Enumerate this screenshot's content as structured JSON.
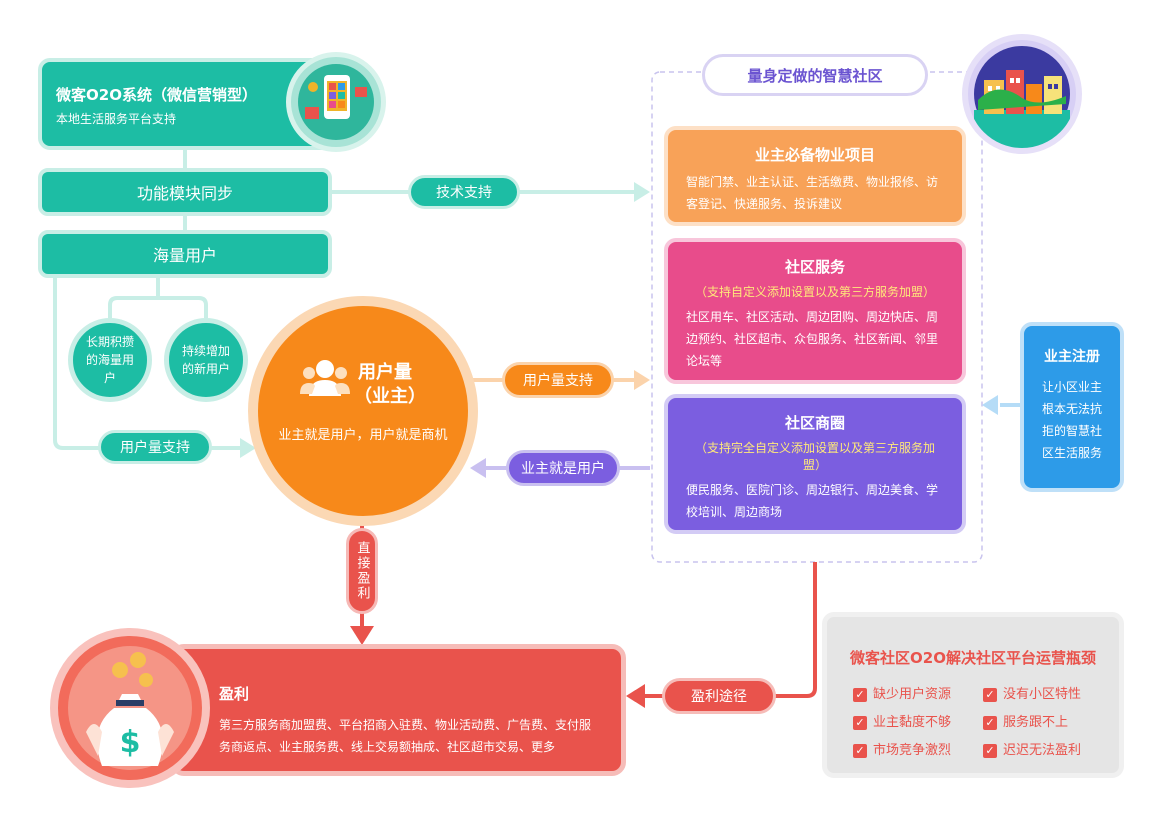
{
  "header": {
    "title": "微客O2O系统（微信营销型）",
    "subtitle": "本地生活服务平台支持"
  },
  "left": {
    "module_sync": "功能模块同步",
    "mass_users": "海量用户",
    "bubble_a": "长期积攒的海量用户",
    "bubble_b": "持续增加的新用户",
    "support_pill": "用户量支持"
  },
  "center": {
    "title_line1": "用户量",
    "title_line2": "（业主）",
    "caption": "业主就是用户，用户就是商机",
    "to_right_pill": "用户量支持",
    "from_right_pill": "业主就是用户",
    "down_label": "直接盈利",
    "tech_pill": "技术支持"
  },
  "right": {
    "banner": "量身定做的智慧社区",
    "card1": {
      "title": "业主必备物业项目",
      "body": "智能门禁、业主认证、生活缴费、物业报修、访客登记、快递服务、投诉建议"
    },
    "card2": {
      "title": "社区服务",
      "sub": "（支持自定义添加设置以及第三方服务加盟）",
      "body": "社区用车、社区活动、周边团购、周边快店、周边预约、社区超市、众包服务、社区新闻、邻里论坛等"
    },
    "card3": {
      "title": "社区商圈",
      "sub": "（支持完全自定义添加设置以及第三方服务加盟）",
      "body": "便民服务、医院门诊、周边银行、周边美食、学校培训、周边商场"
    }
  },
  "register": {
    "title": "业主注册",
    "body": "让小区业主根本无法抗拒的智慧社区生活服务"
  },
  "profit": {
    "title": "盈利",
    "body": "第三方服务商加盟费、平台招商入驻费、物业活动费、广告费、支付服务商返点、业主服务费、线上交易额抽成、社区超市交易、更多",
    "path_pill": "盈利途径"
  },
  "bottleneck": {
    "title": "微客社区O2O解决社区平台运营瓶颈",
    "items": [
      "缺少用户资源",
      "没有小区特性",
      "业主黏度不够",
      "服务跟不上",
      "市场竞争激烈",
      "迟迟无法盈利"
    ]
  },
  "colors": {
    "teal": "#1dbda4",
    "orange": "#f7891a",
    "pink": "#e84c8b",
    "purple": "#7b5ee0",
    "red": "#e9534c",
    "blue": "#2d9be8",
    "peach": "#f8a258"
  }
}
